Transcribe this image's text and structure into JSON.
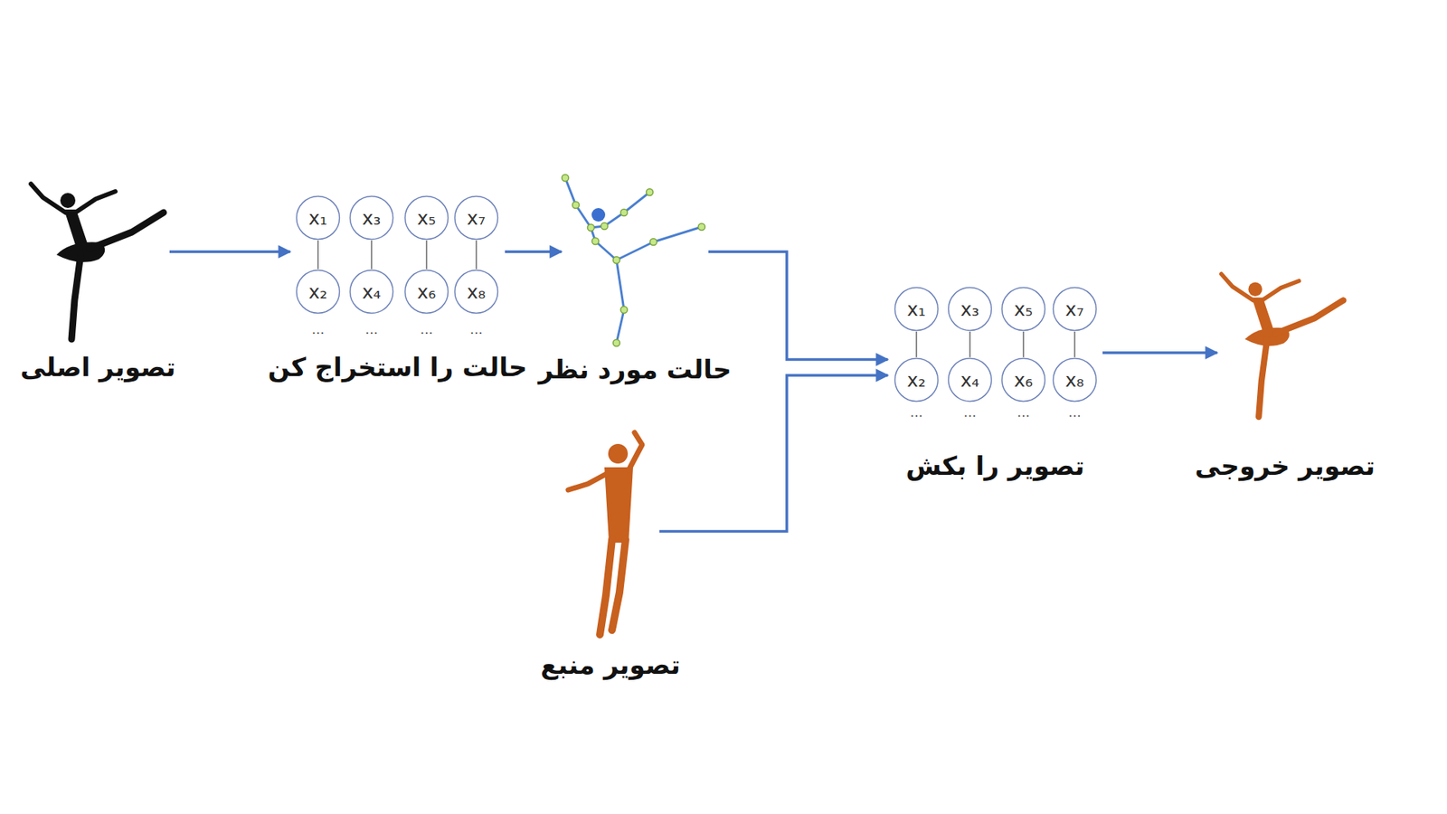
{
  "diagram": {
    "nodes": [
      {
        "text": [
          "تصویر اصلی"
        ]
      },
      {
        "text": [
          "حالت را استخراج کن"
        ]
      },
      {
        "text": [
          "x₁"
        ],
        "in": 1
      },
      {
        "text": [
          "x₃"
        ],
        "in": 1
      },
      {
        "text": [
          "x₅"
        ],
        "in": 1
      },
      {
        "text": [
          "x₇"
        ],
        "in": 1
      },
      {
        "text": [
          "x₂"
        ],
        "in": 1
      },
      {
        "text": [
          "x₄"
        ],
        "in": 1
      },
      {
        "text": [
          "x₆"
        ],
        "in": 1
      },
      {
        "text": [
          "x₈"
        ],
        "in": 1
      },
      {
        "text": [
          "حالت مورد نظر"
        ]
      },
      {
        "text": [
          "تصویر منبع"
        ]
      },
      {
        "text": [
          "تصویر را بکش"
        ]
      },
      {
        "text": [
          "x₁"
        ],
        "in": 12
      },
      {
        "text": [
          "x₃"
        ],
        "in": 12
      },
      {
        "text": [
          "x₅"
        ],
        "in": 12
      },
      {
        "text": [
          "x₇"
        ],
        "in": 12
      },
      {
        "text": [
          "x₂"
        ],
        "in": 12
      },
      {
        "text": [
          "x₄"
        ],
        "in": 12
      },
      {
        "text": [
          "x₆"
        ],
        "in": 12
      },
      {
        "text": [
          "x₈"
        ],
        "in": 12
      },
      {
        "text": [
          "تصویر خروجی"
        ]
      }
    ],
    "edges": [
      {
        "from": 0,
        "to": 1,
        "arrow": "to"
      },
      {
        "from": 1,
        "to": 10,
        "arrow": "to"
      },
      {
        "from": 10,
        "to": 12,
        "arrow": "to"
      },
      {
        "from": 11,
        "to": 12,
        "arrow": "to"
      },
      {
        "from": 12,
        "to": 21,
        "arrow": "to"
      },
      {
        "from": 2,
        "to": 6,
        "arrow": "none"
      },
      {
        "from": 3,
        "to": 7,
        "arrow": "none"
      },
      {
        "from": 4,
        "to": 8,
        "arrow": "none"
      },
      {
        "from": 5,
        "to": 9,
        "arrow": "none"
      },
      {
        "from": 13,
        "to": 17,
        "arrow": "none"
      },
      {
        "from": 14,
        "to": 18,
        "arrow": "none"
      },
      {
        "from": 15,
        "to": 19,
        "arrow": "none"
      },
      {
        "from": 16,
        "to": 20,
        "arrow": "none"
      }
    ],
    "labels": [
      "...",
      "...",
      "...",
      "...",
      "...",
      "...",
      "...",
      "..."
    ]
  }
}
